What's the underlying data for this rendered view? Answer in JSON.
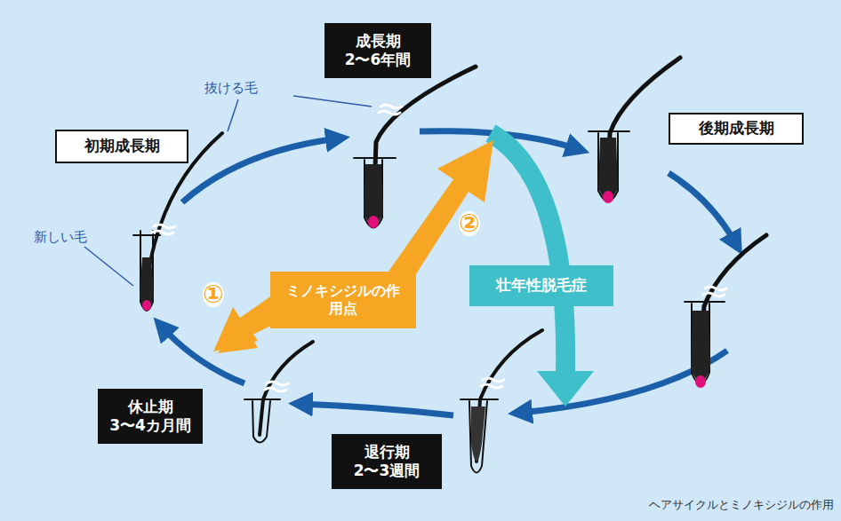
{
  "diagram": {
    "caption": "ヘアサイクルとミノキシジルの作用",
    "nodes": [
      {
        "text": [
          "成長期",
          "2〜6年間"
        ]
      },
      {
        "text": [
          "後期成長期"
        ]
      },
      {
        "text": [
          "初期成長期"
        ]
      },
      {
        "text": [
          "ミノキシジルの作用点"
        ]
      },
      {
        "text": [
          "壮年性脱毛症"
        ]
      },
      {
        "text": [
          "休止期",
          "3〜4カ月間"
        ]
      },
      {
        "text": [
          "退行期",
          "2〜3週間"
        ]
      }
    ],
    "labels": [
      "抜ける毛",
      "新しい毛",
      "①",
      "②"
    ]
  }
}
